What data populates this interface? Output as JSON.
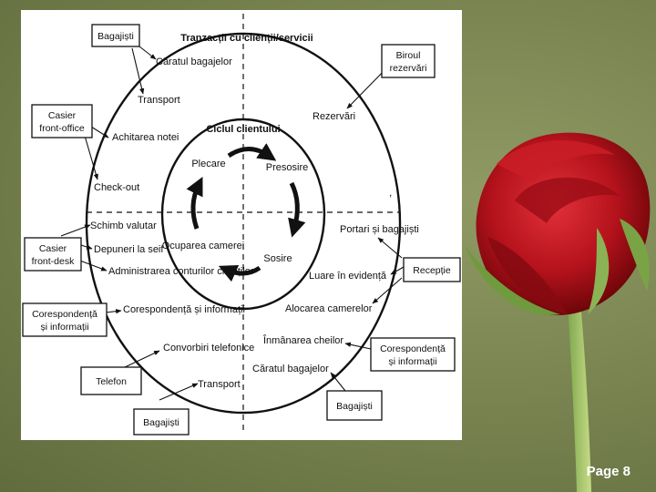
{
  "diagram": {
    "center_title": "Ciclul clientului",
    "cycle": [
      "Plecare",
      "Presosire",
      "Sosire",
      "Ocuparea camerei"
    ],
    "quadrant_titles": {
      "top": "Tranzacții cu clienții/servicii"
    },
    "ring_labels": {
      "top_left": [
        "Căratul bagajelor",
        "Transport",
        "Achitarea notei",
        "Check-out"
      ],
      "top_right": [
        "Rezervări"
      ],
      "bottom_left": [
        "Schimb valutar",
        "Depuneri la seif",
        "Administrarea conturilor clienților",
        "Corespondență și informații",
        "Convorbiri telefonice",
        "Transport"
      ],
      "bottom_right": [
        "Portari și bagajiști",
        "Luare în evidență",
        "Alocarea camerelor",
        "Înmânarea cheilor",
        "Căratul bagajelor"
      ]
    },
    "boxes": {
      "bagajisti_top": "Bagajiști",
      "biroul_rezervari": [
        "Biroul",
        "rezervări"
      ],
      "casier_front_office": [
        "Casier",
        "front-office"
      ],
      "casier_front_desk": [
        "Casier",
        "front-desk"
      ],
      "receptie": "Recepție",
      "corespondenta_left": [
        "Corespondență",
        "și informații"
      ],
      "corespondenta_right": [
        "Corespondență",
        "și informații"
      ],
      "telefon": "Telefon",
      "bagajisti_bottom_left": "Bagajiști",
      "bagajisti_bottom_right": "Bagajiști"
    }
  },
  "footer": {
    "page_label": "Page 8"
  }
}
